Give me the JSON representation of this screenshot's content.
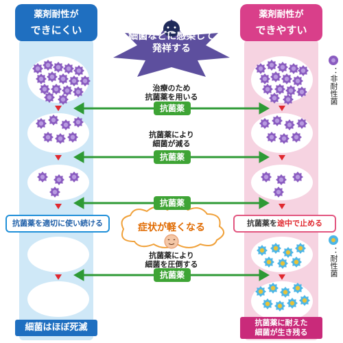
{
  "header_left": {
    "line1": "薬剤耐性が",
    "line2": "できにくい"
  },
  "header_right": {
    "line1": "薬剤耐性が",
    "line2": "できやすい"
  },
  "infection_title": {
    "line1": "細菌などに感染して",
    "line2": "発祥する"
  },
  "steps": {
    "step1": {
      "line1": "治療のため",
      "line2": "抗菌薬を用いる"
    },
    "step2": {
      "line1": "抗菌薬により",
      "line2": "細菌が減る"
    },
    "step3": {
      "line1": "抗菌薬により",
      "line2": "細菌を圧倒する"
    }
  },
  "antibiotic_label": "抗菌薬",
  "symptom_label": "症状が軽くなる",
  "callout_left": "抗菌薬を適切に使い続ける",
  "callout_right": {
    "part1": "抗菌薬を",
    "highlight": "途中で止める"
  },
  "banner_left": "細菌はほぼ死滅",
  "banner_right": {
    "line1": "抗菌薬に耐えた",
    "line2": "細菌が生き残る"
  },
  "legend": {
    "non_resistant": "：非耐性菌",
    "resistant": "：耐性菌"
  },
  "colors": {
    "blue_panel": "#cfe8f7",
    "pink_panel": "#f6d3e1",
    "blue_header": "#1f6fc0",
    "pink_header": "#d93f8a",
    "arrow_green": "#2e9a35",
    "bacteria_purple": "#8a5cc0",
    "resistant_blue": "#4db6e6",
    "purple_star": "#5d4f9e"
  },
  "icons": [
    "sick-face-icon",
    "relieved-face-icon",
    "non-resistant-bacteria-icon",
    "resistant-bacteria-icon"
  ]
}
